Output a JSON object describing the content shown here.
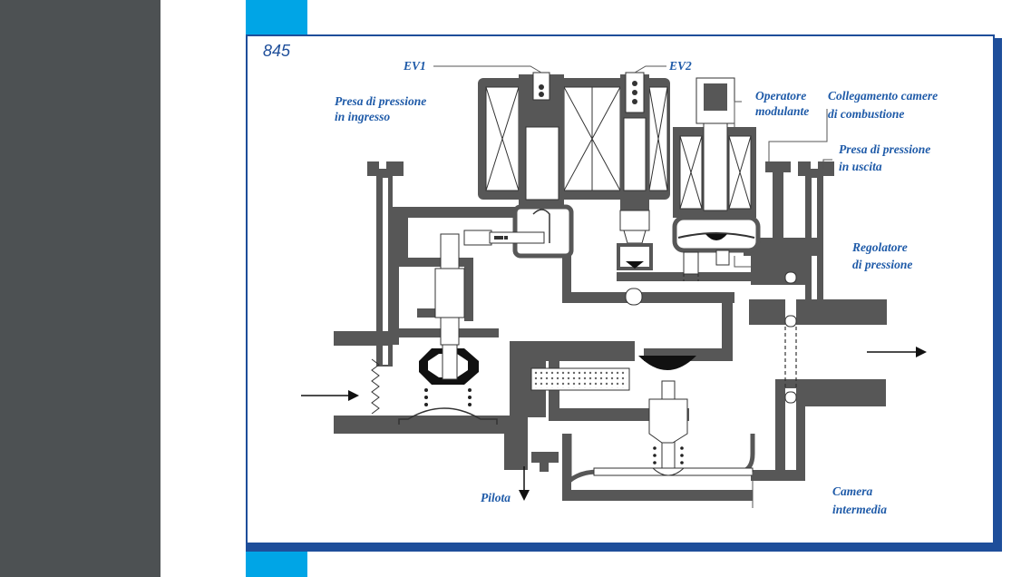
{
  "figure": {
    "number": "845"
  },
  "labels": {
    "ev1": "EV1",
    "ev2": "EV2",
    "presa_ingresso_1": "Presa di pressione",
    "presa_ingresso_2": "in ingresso",
    "operatore_1": "Operatore",
    "operatore_2": "modulante",
    "collegamento_1": "Collegamento camere",
    "collegamento_2": "di combustione",
    "presa_uscita_1": "Presa di pressione",
    "presa_uscita_2": "in uscita",
    "regolatore_1": "Regolatore",
    "regolatore_2": "di pressione",
    "pilota": "Pilota",
    "camera_1": "Camera",
    "camera_2": "intermedia"
  },
  "colors": {
    "sidebar": "#4d5153",
    "accent": "#00a5e6",
    "frame": "#1e4e9a",
    "label_text": "#1e5aa8",
    "valve_body": "#575757"
  }
}
